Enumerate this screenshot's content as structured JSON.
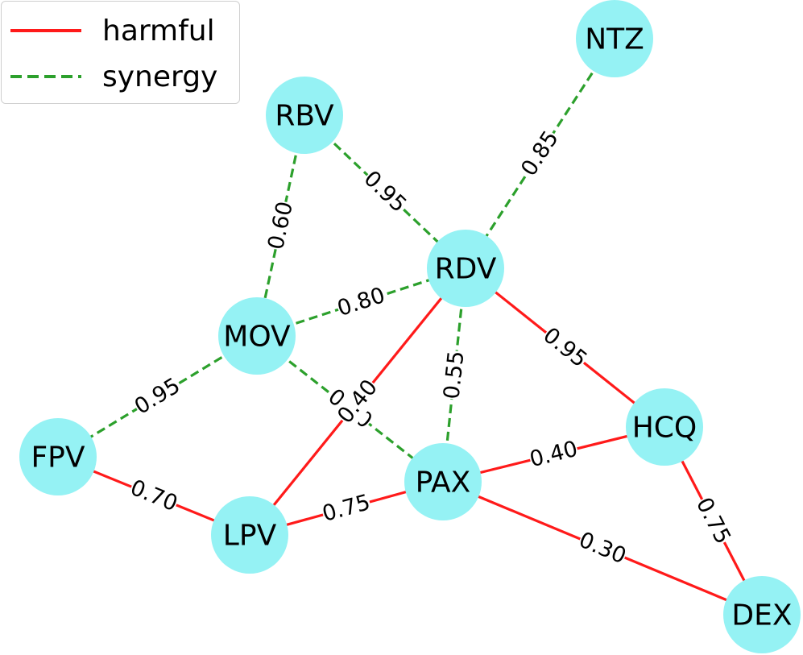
{
  "legend": {
    "harmful": {
      "label": "harmful",
      "color": "#ff1a1a"
    },
    "synergy": {
      "label": "synergy",
      "color": "#2ca02c"
    }
  },
  "node_color": "#95f2f4",
  "nodes": [
    {
      "id": "NTZ",
      "label": "NTZ"
    },
    {
      "id": "RBV",
      "label": "RBV"
    },
    {
      "id": "RDV",
      "label": "RDV"
    },
    {
      "id": "MOV",
      "label": "MOV"
    },
    {
      "id": "HCQ",
      "label": "HCQ"
    },
    {
      "id": "FPV",
      "label": "FPV"
    },
    {
      "id": "PAX",
      "label": "PAX"
    },
    {
      "id": "LPV",
      "label": "LPV"
    },
    {
      "id": "DEX",
      "label": "DEX"
    }
  ],
  "edges": [
    {
      "from": "NTZ",
      "to": "RDV",
      "type": "synergy",
      "weight": "0.85"
    },
    {
      "from": "RBV",
      "to": "RDV",
      "type": "synergy",
      "weight": "0.95"
    },
    {
      "from": "RBV",
      "to": "MOV",
      "type": "synergy",
      "weight": "0.60"
    },
    {
      "from": "MOV",
      "to": "RDV",
      "type": "synergy",
      "weight": "0.80"
    },
    {
      "from": "MOV",
      "to": "FPV",
      "type": "synergy",
      "weight": "0.95"
    },
    {
      "from": "MOV",
      "to": "PAX",
      "type": "synergy",
      "weight": "0.90"
    },
    {
      "from": "RDV",
      "to": "PAX",
      "type": "synergy",
      "weight": "0.55"
    },
    {
      "from": "RDV",
      "to": "LPV",
      "type": "harmful",
      "weight": "0.40"
    },
    {
      "from": "RDV",
      "to": "HCQ",
      "type": "harmful",
      "weight": "0.95"
    },
    {
      "from": "FPV",
      "to": "LPV",
      "type": "harmful",
      "weight": "0.70"
    },
    {
      "from": "LPV",
      "to": "PAX",
      "type": "harmful",
      "weight": "0.75"
    },
    {
      "from": "PAX",
      "to": "HCQ",
      "type": "harmful",
      "weight": "0.40"
    },
    {
      "from": "PAX",
      "to": "DEX",
      "type": "harmful",
      "weight": "0.30"
    },
    {
      "from": "HCQ",
      "to": "DEX",
      "type": "harmful",
      "weight": "0.75"
    }
  ]
}
